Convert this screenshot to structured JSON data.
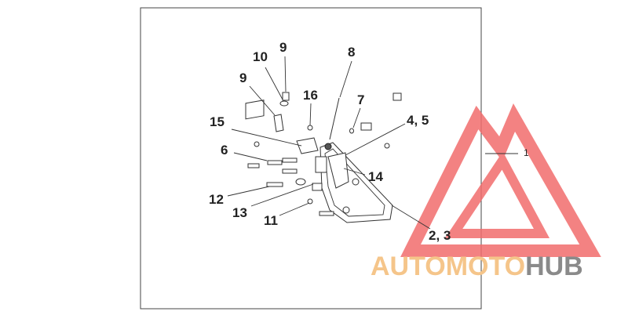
{
  "diagram": {
    "callouts": [
      {
        "id": "c9a",
        "text": "9"
      },
      {
        "id": "c10",
        "text": "10"
      },
      {
        "id": "c9b",
        "text": "9"
      },
      {
        "id": "c8",
        "text": "8"
      },
      {
        "id": "c16",
        "text": "16"
      },
      {
        "id": "c7",
        "text": "7"
      },
      {
        "id": "c15",
        "text": "15"
      },
      {
        "id": "c45",
        "text": "4, 5"
      },
      {
        "id": "c6",
        "text": "6"
      },
      {
        "id": "c1",
        "text": "1"
      },
      {
        "id": "c14",
        "text": "14"
      },
      {
        "id": "c12",
        "text": "12"
      },
      {
        "id": "c13",
        "text": "13"
      },
      {
        "id": "c11",
        "text": "11"
      },
      {
        "id": "c23",
        "text": "2, 3"
      }
    ]
  },
  "watermark": {
    "brand_part1": "AUTOMOTO",
    "brand_part2": "HUB",
    "color_red": "#f26d6d",
    "color_orange": "#f5c58a",
    "color_gray": "#8a8a8a"
  }
}
